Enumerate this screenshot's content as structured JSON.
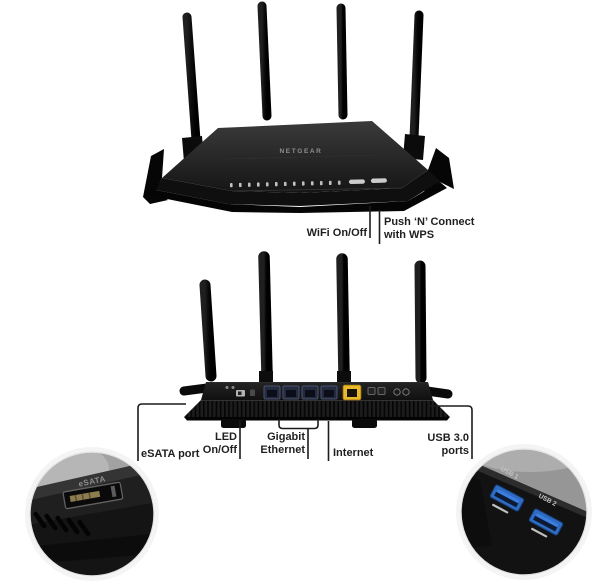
{
  "diagram": {
    "front_view": {
      "logo": "NETGEAR",
      "callouts": {
        "wifi": {
          "label": "WiFi On/Off"
        },
        "wps": {
          "line1": "Push ‘N’ Connect",
          "line2": "with WPS"
        }
      }
    },
    "back_view": {
      "callouts": {
        "esata": {
          "label": "eSATA port"
        },
        "led": {
          "line1": "LED",
          "line2": "On/Off"
        },
        "gigabit": {
          "line1": "Gigabit",
          "line2": "Ethernet"
        },
        "internet": {
          "label": "Internet"
        },
        "usb": {
          "line1": "USB 3.0",
          "line2": "ports"
        }
      }
    },
    "insets": {
      "esata": {
        "port_label": "eSATA"
      },
      "usb": {
        "port1_label": "USB 1",
        "port2_label": "USB 2"
      }
    },
    "colors": {
      "internet_port": "#eab82b",
      "ethernet_port": "#252b3e",
      "usb_port": "#2f6cc4",
      "leader_line": "#1c1c1c",
      "label_text": "#1f1f1f"
    }
  }
}
